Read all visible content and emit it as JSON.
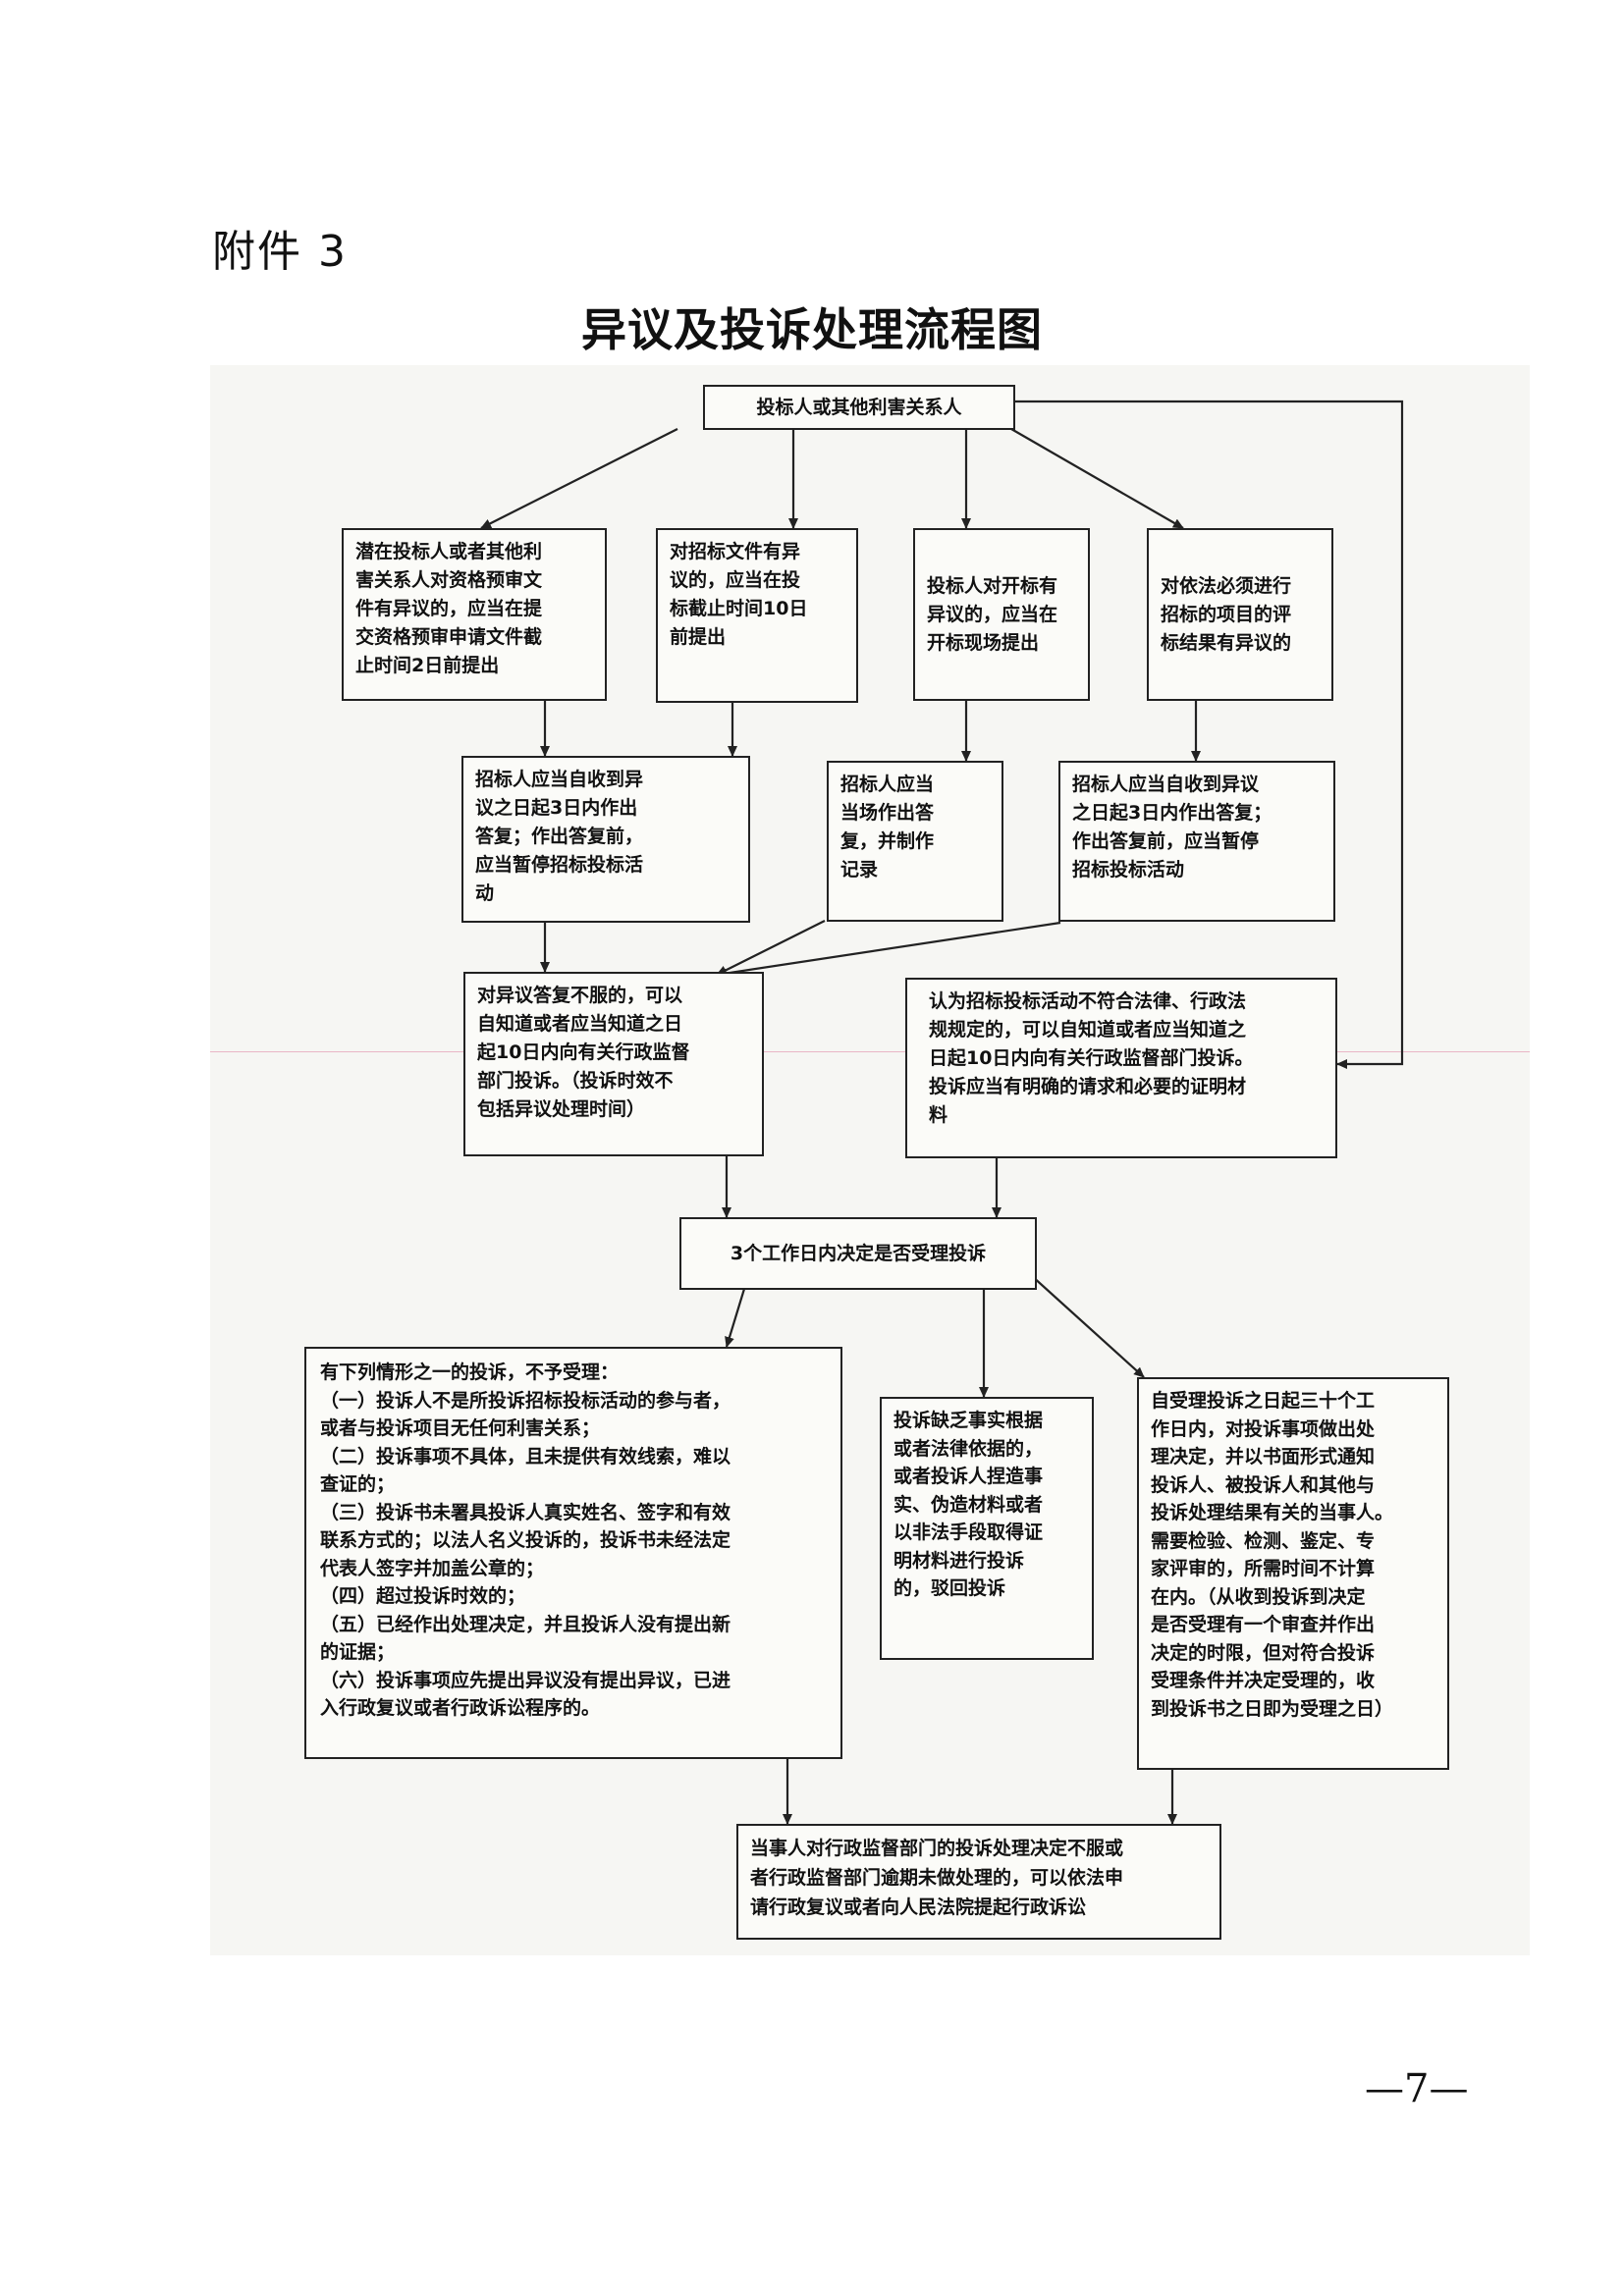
{
  "header": {
    "attachment_label": "附件 3",
    "title": "异议及投诉处理流程图"
  },
  "footer": {
    "page_number": "—7—"
  },
  "nodes": {
    "n_source": "投标人或其他利害关系人",
    "n_q1": "潜在投标人或者其他利\n害关系人对资格预审文\n件有异议的，应当在提\n交资格预审申请文件截\n止时间2日前提出",
    "n_q2": "对招标文件有异\n议的，应当在投\n标截止时间10日\n前提出",
    "n_q3": "投标人对开标有\n异议的，应当在\n开标现场提出",
    "n_q4": "对依法必须进行\n招标的项目的评\n标结果有异议的",
    "n_r1": "招标人应当自收到异\n议之日起3日内作出\n答复；作出答复前，\n应当暂停招标投标活\n动",
    "n_r2": "招标人应当\n当场作出答\n复，并制作\n记录",
    "n_r3": "招标人应当自收到异议\n之日起3日内作出答复；\n作出答复前，应当暂停\n招标投标活动",
    "n_c1": "对异议答复不服的，可以\n自知道或者应当知道之日\n起10日内向有关行政监督\n部门投诉。（投诉时效不\n包括异议处理时间）",
    "n_c2": "认为招标投标活动不符合法律、行政法\n规规定的，可以自知道或者应当知道之\n日起10日内向有关行政监督部门投诉。\n投诉应当有明确的请求和必要的证明材\n料",
    "n_decide": "3个工作日内决定是否受理投诉",
    "n_reject": "有下列情形之一的投诉，不予受理：\n（一）投诉人不是所投诉招标投标活动的参与者，\n或者与投诉项目无任何利害关系；\n（二）投诉事项不具体，且未提供有效线索，难以\n查证的；\n（三）投诉书未署具投诉人真实姓名、签字和有效\n联系方式的；以法人名义投诉的，投诉书未经法定\n代表人签字并加盖公章的；\n（四）超过投诉时效的；\n（五）已经作出处理决定，并且投诉人没有提出新\n的证据；\n（六）投诉事项应先提出异议没有提出异议，已进\n入行政复议或者行政诉讼程序的。",
    "n_dismiss": "投诉缺乏事实根据\n或者法律依据的，\n或者投诉人捏造事\n实、伪造材料或者\n以非法手段取得证\n明材料进行投诉\n的，驳回投诉",
    "n_accept": "自受理投诉之日起三十个工\n作日内，对投诉事项做出处\n理决定，并以书面形式通知\n投诉人、被投诉人和其他与\n投诉处理结果有关的当事人。\n需要检验、检测、鉴定、专\n家评审的，所需时间不计算\n在内。（从收到投诉到决定\n是否受理有一个审查并作出\n决定的时限，但对符合投诉\n受理条件并决定受理的，收\n到投诉书之日即为受理之日）",
    "n_final": "当事人对行政监督部门的投诉处理决定不服或\n者行政监督部门逾期未做处理的，可以依法申\n请行政复议或者向人民法院提起行政诉讼"
  }
}
